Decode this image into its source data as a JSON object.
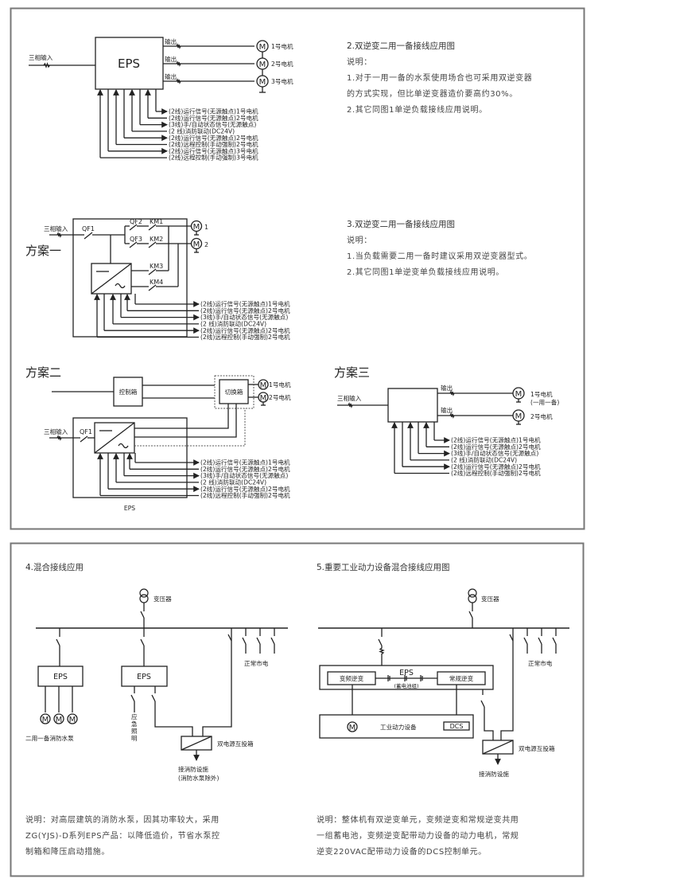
{
  "panels": [
    {
      "id": "top-panel",
      "sections": {
        "diagram2": {
          "eps_label": "EPS",
          "input_label": "三相输入",
          "output_label": "输出",
          "motors": [
            "1号电机",
            "2号电机",
            "3号电机"
          ],
          "motor_symbol": "M",
          "signals": [
            "(2线)运行信号(无源触点)1号电机",
            "(2线)运行信号(无源触点)2号电机",
            "(3线)手/自动状态信号(无源触点)",
            "(2 线)消防联动(DC24V)",
            "(2线)运行信号(无源触点)2号电机",
            "(2线)远程控制(手动强制)2号电机",
            "(2线)运行信号(无源触点)3号电机",
            "(2线)远程控制(手动强制)3号电机"
          ],
          "title": "2.双逆变二用一备接线应用图",
          "desc_title": "说明：",
          "desc_lines": [
            "1.对于一用一备的水泵使用场合也可采用双逆变器",
            "的方式实现，但比单逆变器造价要高约30%。",
            "2.其它同图1单逆负载接线应用说明。"
          ]
        },
        "diagram3": {
          "scheme1_label": "方案一",
          "input_label": "三相输入",
          "switches": [
            "QF1",
            "QF2",
            "QF3",
            "KM1",
            "KM2",
            "KM3",
            "KM4"
          ],
          "motors": [
            "1",
            "2"
          ],
          "motor_symbol": "M",
          "signals": [
            "(2线)运行信号(无源触点)1号电机",
            "(2线)运行信号(无源触点)2号电机",
            "(3线)手/自动状态信号(无源触点)",
            "(2 线)消防联动(DC24V)",
            "(2线)运行信号(无源触点)2号电机",
            "(2线)远程控制(手动强制)2号电机"
          ],
          "title": "3.双逆变二用一备接线应用图",
          "desc_title": "说明：",
          "desc_lines": [
            "1.当负载需要二用一备时建议采用双逆变器型式。",
            "2.其它同图1单逆变单负载接线应用说明。"
          ]
        },
        "scheme2": {
          "label": "方案二",
          "control_box": "控制箱",
          "switch_box": "切换箱",
          "input_label": "三相输入",
          "switch": "QF1",
          "motors": [
            "1号电机",
            "2号电机"
          ],
          "motor_symbol": "M",
          "eps_caption": "EPS",
          "signals": [
            "(2线)运行信号(无源触点)1号电机",
            "(2线)运行信号(无源触点)2号电机",
            "(3线)手/自动状态信号(无源触点)",
            "(2 线)消防联动(DC24V)",
            "(2线)运行信号(无源触点)2号电机",
            "(2线)远程控制(手动强制)2号电机"
          ]
        },
        "scheme3": {
          "label": "方案三",
          "input_label": "三相输入",
          "output_label": "输出",
          "motors": [
            "1号电机",
            "2号电机"
          ],
          "motor1_note": "(一用一备)",
          "motor_symbol": "M",
          "signals": [
            "(2线)运行信号(无源触点)1号电机",
            "(2线)运行信号(无源触点)2号电机",
            "(3线)手/自动状态信号(无源触点)",
            "(2 线)消防联动(DC24V)",
            "(2线)运行信号(无源触点)2号电机",
            "(2线)远程控制(手动强制)2号电机"
          ]
        }
      }
    },
    {
      "id": "bottom-panel",
      "sections": {
        "diagram4": {
          "title": "4.混合接线应用",
          "transformer": "变压器",
          "normal_power": "正常市电",
          "eps_labels": [
            "EPS",
            "EPS"
          ],
          "motor_symbol": "M",
          "pumps_label": "二用一备消防水泵",
          "emergency_light": [
            "应",
            "急",
            "照",
            "明"
          ],
          "ats_label": "双电源互投箱",
          "output_label": "接消防设施",
          "output_note": "(消防水泵除外)",
          "desc_lines": [
            "说明：对高层建筑的消防水泵，因其功率较大，采用",
            "ZG(YJS)-D系列EPS产品：以降低造价，节省水泵控",
            "制箱和降压启动措施。"
          ]
        },
        "diagram5": {
          "title": "5.重要工业动力设备混合接线应用图",
          "transformer": "变压器",
          "normal_power": "正常市电",
          "eps_label": "EPS",
          "vf_inverter": "变频逆变",
          "std_inverter": "常规逆变",
          "battery": "(蓄电池组)",
          "equipment": "工业动力设备",
          "dcs": "DCS",
          "motor_symbol": "M",
          "ats_label": "双电源互投箱",
          "output_label": "接消防设施",
          "desc_lines": [
            "说明：整体机有双逆变单元，变频逆变和常规逆变共用",
            "一组蓄电池，变频逆变配带动力设备的动力电机，常规",
            "逆变220VAC配带动力设备的DCS控制单元。"
          ]
        }
      }
    }
  ]
}
